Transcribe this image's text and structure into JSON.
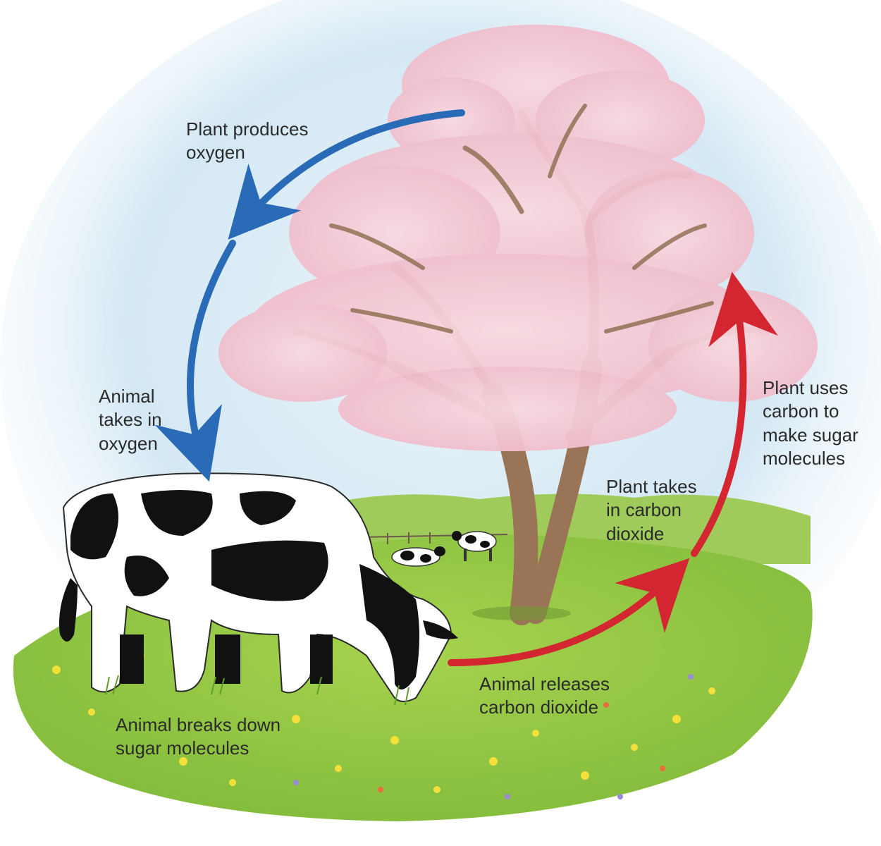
{
  "labels": {
    "plant_produces_oxygen": [
      "Plant produces",
      "oxygen"
    ],
    "animal_takes_in_oxygen": [
      "Animal",
      "takes in",
      "oxygen"
    ],
    "plant_uses_carbon": [
      "Plant uses",
      "carbon to",
      "make sugar",
      "molecules"
    ],
    "plant_takes_in_co2": [
      "Plant takes",
      "in carbon",
      "dioxide"
    ],
    "animal_releases_co2": [
      "Animal releases",
      "carbon dioxide"
    ],
    "animal_breaks_down_sugar": [
      "Animal breaks down",
      "sugar molecules"
    ]
  },
  "colors": {
    "oxygen_arrow": "#2a6bb8",
    "carbon_arrow": "#d32630",
    "blossom": "#f4c9d3",
    "trunk": "#9a7456",
    "grass": "#8cc63f",
    "sky": "#d7eaf5"
  }
}
